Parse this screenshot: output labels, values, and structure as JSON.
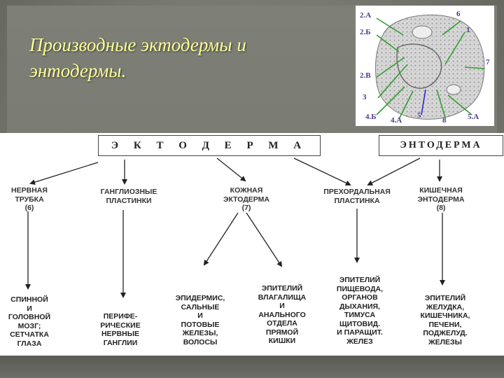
{
  "title": [
    "Производные эктодермы и",
    "энтодермы."
  ],
  "photo_labels": [
    "2.А",
    "6",
    "2.Б",
    "1",
    "7",
    "2.В",
    "3",
    "4.Б",
    "4.А",
    "5",
    "8",
    "5.А"
  ],
  "ectoderm_label": "Э К Т О Д Е Р М А",
  "endoderm_label": "ЭНТОДЕРМА",
  "nodes": [
    {
      "lines": [
        "НЕРВНАЯ",
        "ТРУБКА",
        "(6)"
      ]
    },
    {
      "lines": [
        "ГАНГЛИОЗНЫЕ",
        "ПЛАСТИНКИ"
      ]
    },
    {
      "lines": [
        "КОЖНАЯ",
        "ЭКТОДЕРМА",
        "(7)"
      ]
    },
    {
      "lines": [
        "ПРЕХОРДАЛЬНАЯ",
        "ПЛАСТИНКА"
      ]
    },
    {
      "lines": [
        "КИШЕЧНАЯ",
        "ЭНТОДЕРМА",
        "(8)"
      ]
    }
  ],
  "leaves": [
    {
      "lines": [
        "СПИННОЙ",
        "И",
        "ГОЛОВНОЙ",
        "МОЗГ;",
        "СЕТЧАТКА",
        "ГЛАЗА"
      ]
    },
    {
      "lines": [
        "ПЕРИФЕ-",
        "РИЧЕСКИЕ",
        "НЕРВНЫЕ",
        "ГАНГЛИИ"
      ]
    },
    {
      "lines": [
        "ЭПИДЕРМИС,",
        "САЛЬНЫЕ",
        "И",
        "ПОТОВЫЕ",
        "ЖЕЛЕЗЫ,",
        "ВОЛОСЫ"
      ]
    },
    {
      "lines": [
        "ЭПИТЕЛИЙ",
        "ВЛАГАЛИЩА",
        "И",
        "АНАЛЬНОГО",
        "ОТДЕЛА",
        "ПРЯМОЙ",
        "КИШКИ"
      ]
    },
    {
      "lines": [
        "ЭПИТЕЛИЙ",
        "ПИЩЕВОДА,",
        "ОРГАНОВ",
        "ДЫХАНИЯ,",
        "ТИМУСА",
        "ЩИТОВИД.",
        "И ПАРАЩИТ.",
        "ЖЕЛЕЗ"
      ]
    },
    {
      "lines": [
        "ЭПИТЕЛИЙ",
        "ЖЕЛУДКА,",
        "КИШЕЧНИКА,",
        "ПЕЧЕНИ,",
        "ПОДЖЕЛУД.",
        "ЖЕЛЕЗЫ"
      ]
    }
  ],
  "colors": {
    "title": "#ffff99",
    "pointer_green": "#2e9e2e",
    "pointer_blue": "#2a2acc"
  }
}
